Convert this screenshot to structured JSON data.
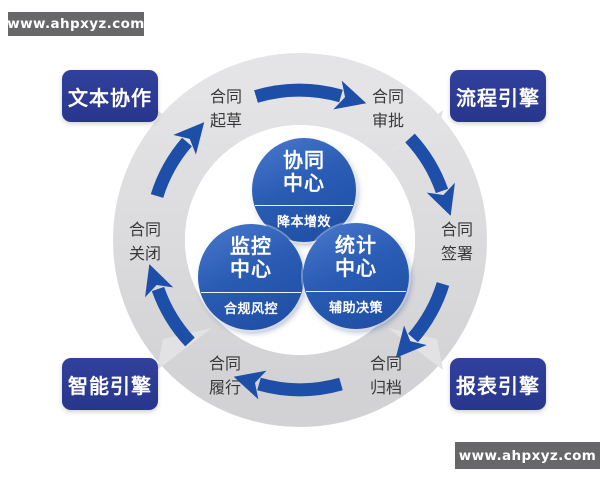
{
  "watermark": {
    "text": "www.ahpxyz.com"
  },
  "corners": [
    {
      "id": "text-collaboration",
      "label": "文本协作"
    },
    {
      "id": "process-engine",
      "label": "流程引擎"
    },
    {
      "id": "intelligence-engine",
      "label": "智能引擎"
    },
    {
      "id": "report-engine",
      "label": "报表引擎"
    }
  ],
  "cycle_steps": [
    {
      "id": "draft",
      "line1": "合同",
      "line2": "起草"
    },
    {
      "id": "approve",
      "line1": "合同",
      "line2": "审批"
    },
    {
      "id": "sign",
      "line1": "合同",
      "line2": "签署"
    },
    {
      "id": "archive",
      "line1": "合同",
      "line2": "归档"
    },
    {
      "id": "perform",
      "line1": "合同",
      "line2": "履行"
    },
    {
      "id": "close",
      "line1": "合同",
      "line2": "关闭"
    }
  ],
  "centers": [
    {
      "id": "collaboration",
      "title1": "协同",
      "title2": "中心",
      "subtitle": "降本增效"
    },
    {
      "id": "monitoring",
      "title1": "监控",
      "title2": "中心",
      "subtitle": "合规风控"
    },
    {
      "id": "statistics",
      "title1": "统计",
      "title2": "中心",
      "subtitle": "辅助决策"
    }
  ],
  "colors": {
    "arrow_blue": "#1d4fa8",
    "circle_blue": "#2a5cb4",
    "corner_navy": "#2c3a93",
    "ring_gray": "#d9d9db",
    "watermark_gray": "#67676a"
  }
}
